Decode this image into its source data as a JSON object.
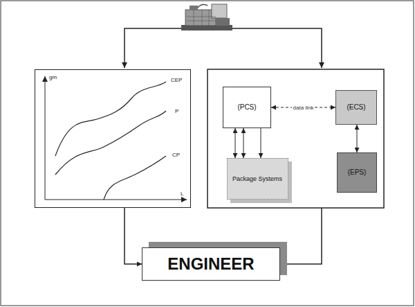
{
  "diagram": {
    "nodes": [
      {
        "text": [
          "gm",
          "CEP",
          "P",
          "CP",
          "L"
        ]
      },
      {
        "text": [
          "(PCS)"
        ]
      },
      {
        "text": [
          "(ECS)"
        ]
      },
      {
        "text": [
          "Package Systems"
        ]
      },
      {
        "text": [
          "(EPS)"
        ]
      },
      {
        "text": [
          "ENGINEER"
        ]
      }
    ],
    "edges": [
      {
        "from": 1,
        "to": 2,
        "arrow": "both",
        "label": "data link"
      },
      {
        "from": 1,
        "to": 3,
        "arrow": "both"
      },
      {
        "from": 1,
        "to": 3,
        "arrow": "both"
      },
      {
        "from": 1,
        "to": 3,
        "arrow": "to"
      },
      {
        "from": 2,
        "to": 4,
        "arrow": "both"
      },
      {
        "from": 0,
        "to": 5,
        "arrow": "to"
      }
    ]
  }
}
